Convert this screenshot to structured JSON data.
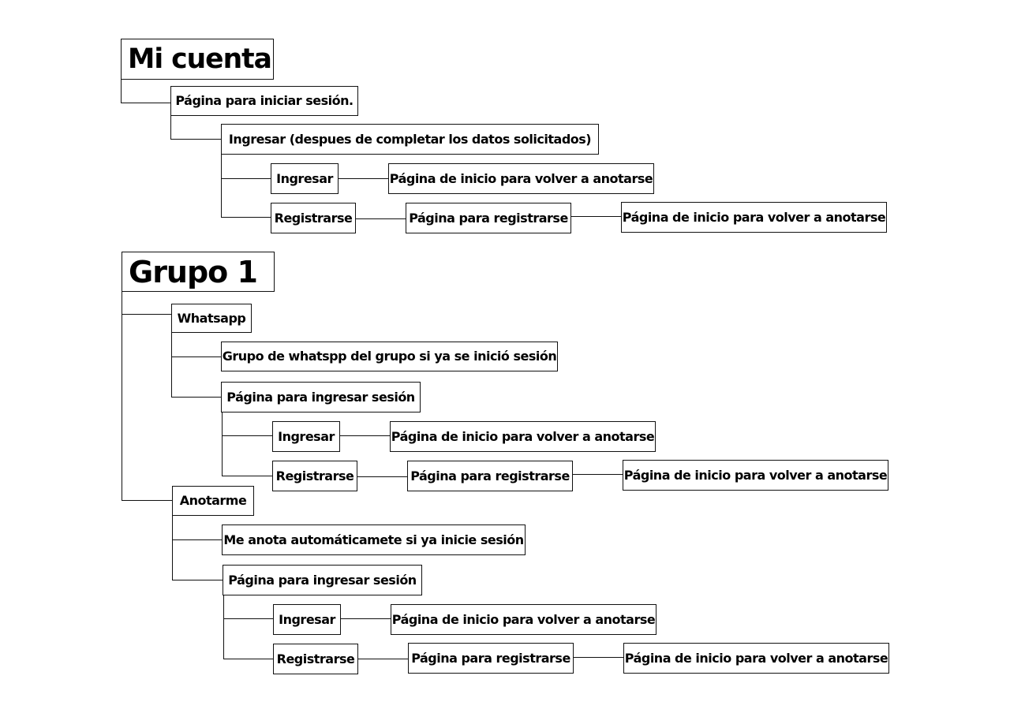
{
  "mi_cuenta": {
    "title": "Mi cuenta",
    "login_page": "Página para iniciar sesión.",
    "ingresar_despues": "Ingresar (despues de completar los datos solicitados)",
    "ingresar": "Ingresar",
    "ingresar_target": "Página de inicio para volver a anotarse",
    "registrarse": "Registrarse",
    "register_page": "Página para registrarse",
    "register_target": "Página de inicio para volver a anotarse"
  },
  "grupo1": {
    "title": "Grupo 1",
    "whatsapp": {
      "label": "Whatsapp",
      "if_logged": "Grupo de whatspp del grupo si ya se inició sesión",
      "login_page": "Página para ingresar sesión",
      "ingresar": "Ingresar",
      "ingresar_target": "Página de inicio para volver a anotarse",
      "registrarse": "Registrarse",
      "register_page": "Página para registrarse",
      "register_target": "Página de inicio para volver a anotarse"
    },
    "anotarme": {
      "label": "Anotarme",
      "if_logged": "Me anota automáticamete si ya inicie sesión",
      "login_page": "Página para ingresar sesión",
      "ingresar": "Ingresar",
      "ingresar_target": "Página de inicio para volver a anotarse",
      "registrarse": "Registrarse",
      "register_page": "Página para registrarse",
      "register_target": "Página de inicio para volver a anotarse"
    }
  }
}
